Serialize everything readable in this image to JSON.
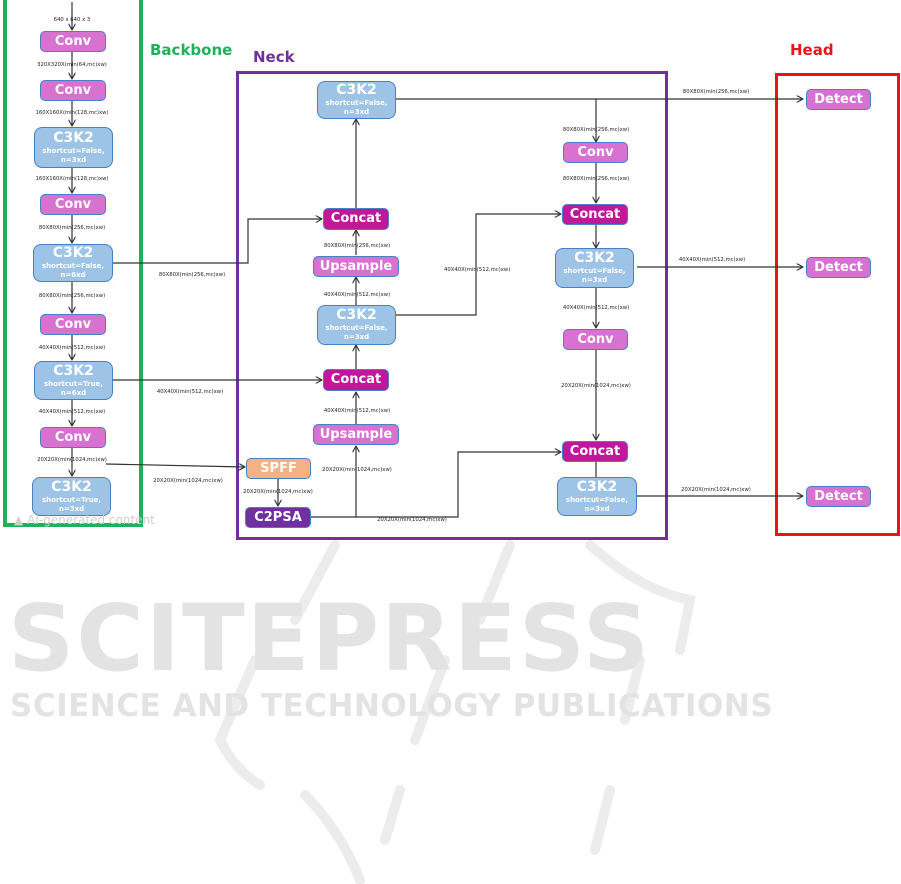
{
  "regions": {
    "backbone": {
      "title": "Backbone",
      "color": "#1fb15a"
    },
    "neck": {
      "title": "Neck",
      "color": "#7030a0"
    },
    "head": {
      "title": "Head",
      "color": "#e8141c"
    }
  },
  "colors": {
    "conv": "#d872d0",
    "c3k2": "#9dc3e6",
    "concat": "#c0179b",
    "upsample": "#d872d0",
    "sppf": "#f4b183",
    "c2psa": "#7030a0",
    "detect": "#d872d0",
    "node_border": "#4a7fc4",
    "wire": "#333333"
  },
  "backbone": {
    "input_label": "640 x 640 x 3",
    "nodes": [
      {
        "title": "Conv"
      },
      {
        "title": "Conv"
      },
      {
        "title": "C3K2",
        "line1": "shortcut=False,",
        "line2": "n=3xd"
      },
      {
        "title": "Conv"
      },
      {
        "title": "C3K2",
        "line1": "shortcut=False,",
        "line2": "n=6xd"
      },
      {
        "title": "Conv"
      },
      {
        "title": "C3K2",
        "line1": "shortcut=True,",
        "line2": "n=6xd"
      },
      {
        "title": "Conv"
      },
      {
        "title": "C3K2",
        "line1": "shortcut=True,",
        "line2": "n=3xd"
      }
    ],
    "edge_labels": [
      "320X320X(min(64,mc)xw)",
      "160X160X(min(128,mc)xw)",
      "160X160X(min(128,mc)xw)",
      "80X80X(min(256,mc)xw)",
      "80X80X(min(256,mc)xw)",
      "40X40X(min(512,mc)xw)",
      "40X40X(min(512,mc)xw)",
      "20X20X(min(1024,mc)xw)"
    ]
  },
  "neck": {
    "left_col": {
      "c3k2_top": {
        "title": "C3K2",
        "line1": "shortcut=False,",
        "line2": "n=3xd"
      },
      "concat_1": {
        "title": "Concat"
      },
      "upsample_1": {
        "title": "Upsample"
      },
      "c3k2_mid": {
        "title": "C3K2",
        "line1": "shortcut=False,",
        "line2": "n=3xd"
      },
      "concat_2": {
        "title": "Concat"
      },
      "upsample_2": {
        "title": "Upsample"
      },
      "sppf": {
        "title": "SPFF"
      },
      "c2psa": {
        "title": "C2PSA"
      }
    },
    "right_col": {
      "conv_1": {
        "title": "Conv"
      },
      "concat_1": {
        "title": "Concat"
      },
      "c3k2_1": {
        "title": "C3K2",
        "line1": "shortcut=False,",
        "line2": "n=3xd"
      },
      "conv_2": {
        "title": "Conv"
      },
      "concat_2": {
        "title": "Concat"
      },
      "c3k2_2": {
        "title": "C3K2",
        "line1": "shortcut=False,",
        "line2": "n=3xd"
      }
    },
    "edge_labels": {
      "bb_to_concat1": "80X80X(min(256,mc)xw)",
      "bb_to_concat2": "40X40X(min(512,mc)xw)",
      "bb_to_sppf": "20X20X(min(1024,mc)xw)",
      "up1_to_concat1": "80X80X(min(256,mc)xw)",
      "c3k2mid_to_up1": "40X40X(min(512,mc)xw)",
      "up2_to_concat2": "40X40X(min(512,mc)xw)",
      "c2psa_to_up2": "20X20X(min(1024,mc)xw)",
      "sppf_to_c2psa": "20X20X(min(1024,mc)xw)",
      "c2psa_to_rconcat2": "20X20X(min(1024,mc)xw)",
      "c3k2mid_to_rconcat1": "40X40X(min(512,mc)xw)",
      "top_to_rconv1": "80X80X(min(256,mc)xw)",
      "rconv1_to_rconcat1": "80X80X(min(256,mc)xw)",
      "rc3k2_1_to_rconv2": "40X40X(min(512,mc)xw)",
      "rconv2_to_rconcat2": "20X20X(min(1024,mc)xw)"
    }
  },
  "head": {
    "detects": [
      {
        "title": "Detect",
        "input_label": "80X80X(min(256,mc)xw)"
      },
      {
        "title": "Detect",
        "input_label": "40X40X(min(512,mc)xw)"
      },
      {
        "title": "Detect",
        "input_label": "20X20X(min(1024,mc)xw)"
      }
    ]
  },
  "overlay": {
    "ai_note": "AI-generated content",
    "watermark_main": "SCITEPRESS",
    "watermark_sub": "SCIENCE AND TECHNOLOGY PUBLICATIONS"
  }
}
